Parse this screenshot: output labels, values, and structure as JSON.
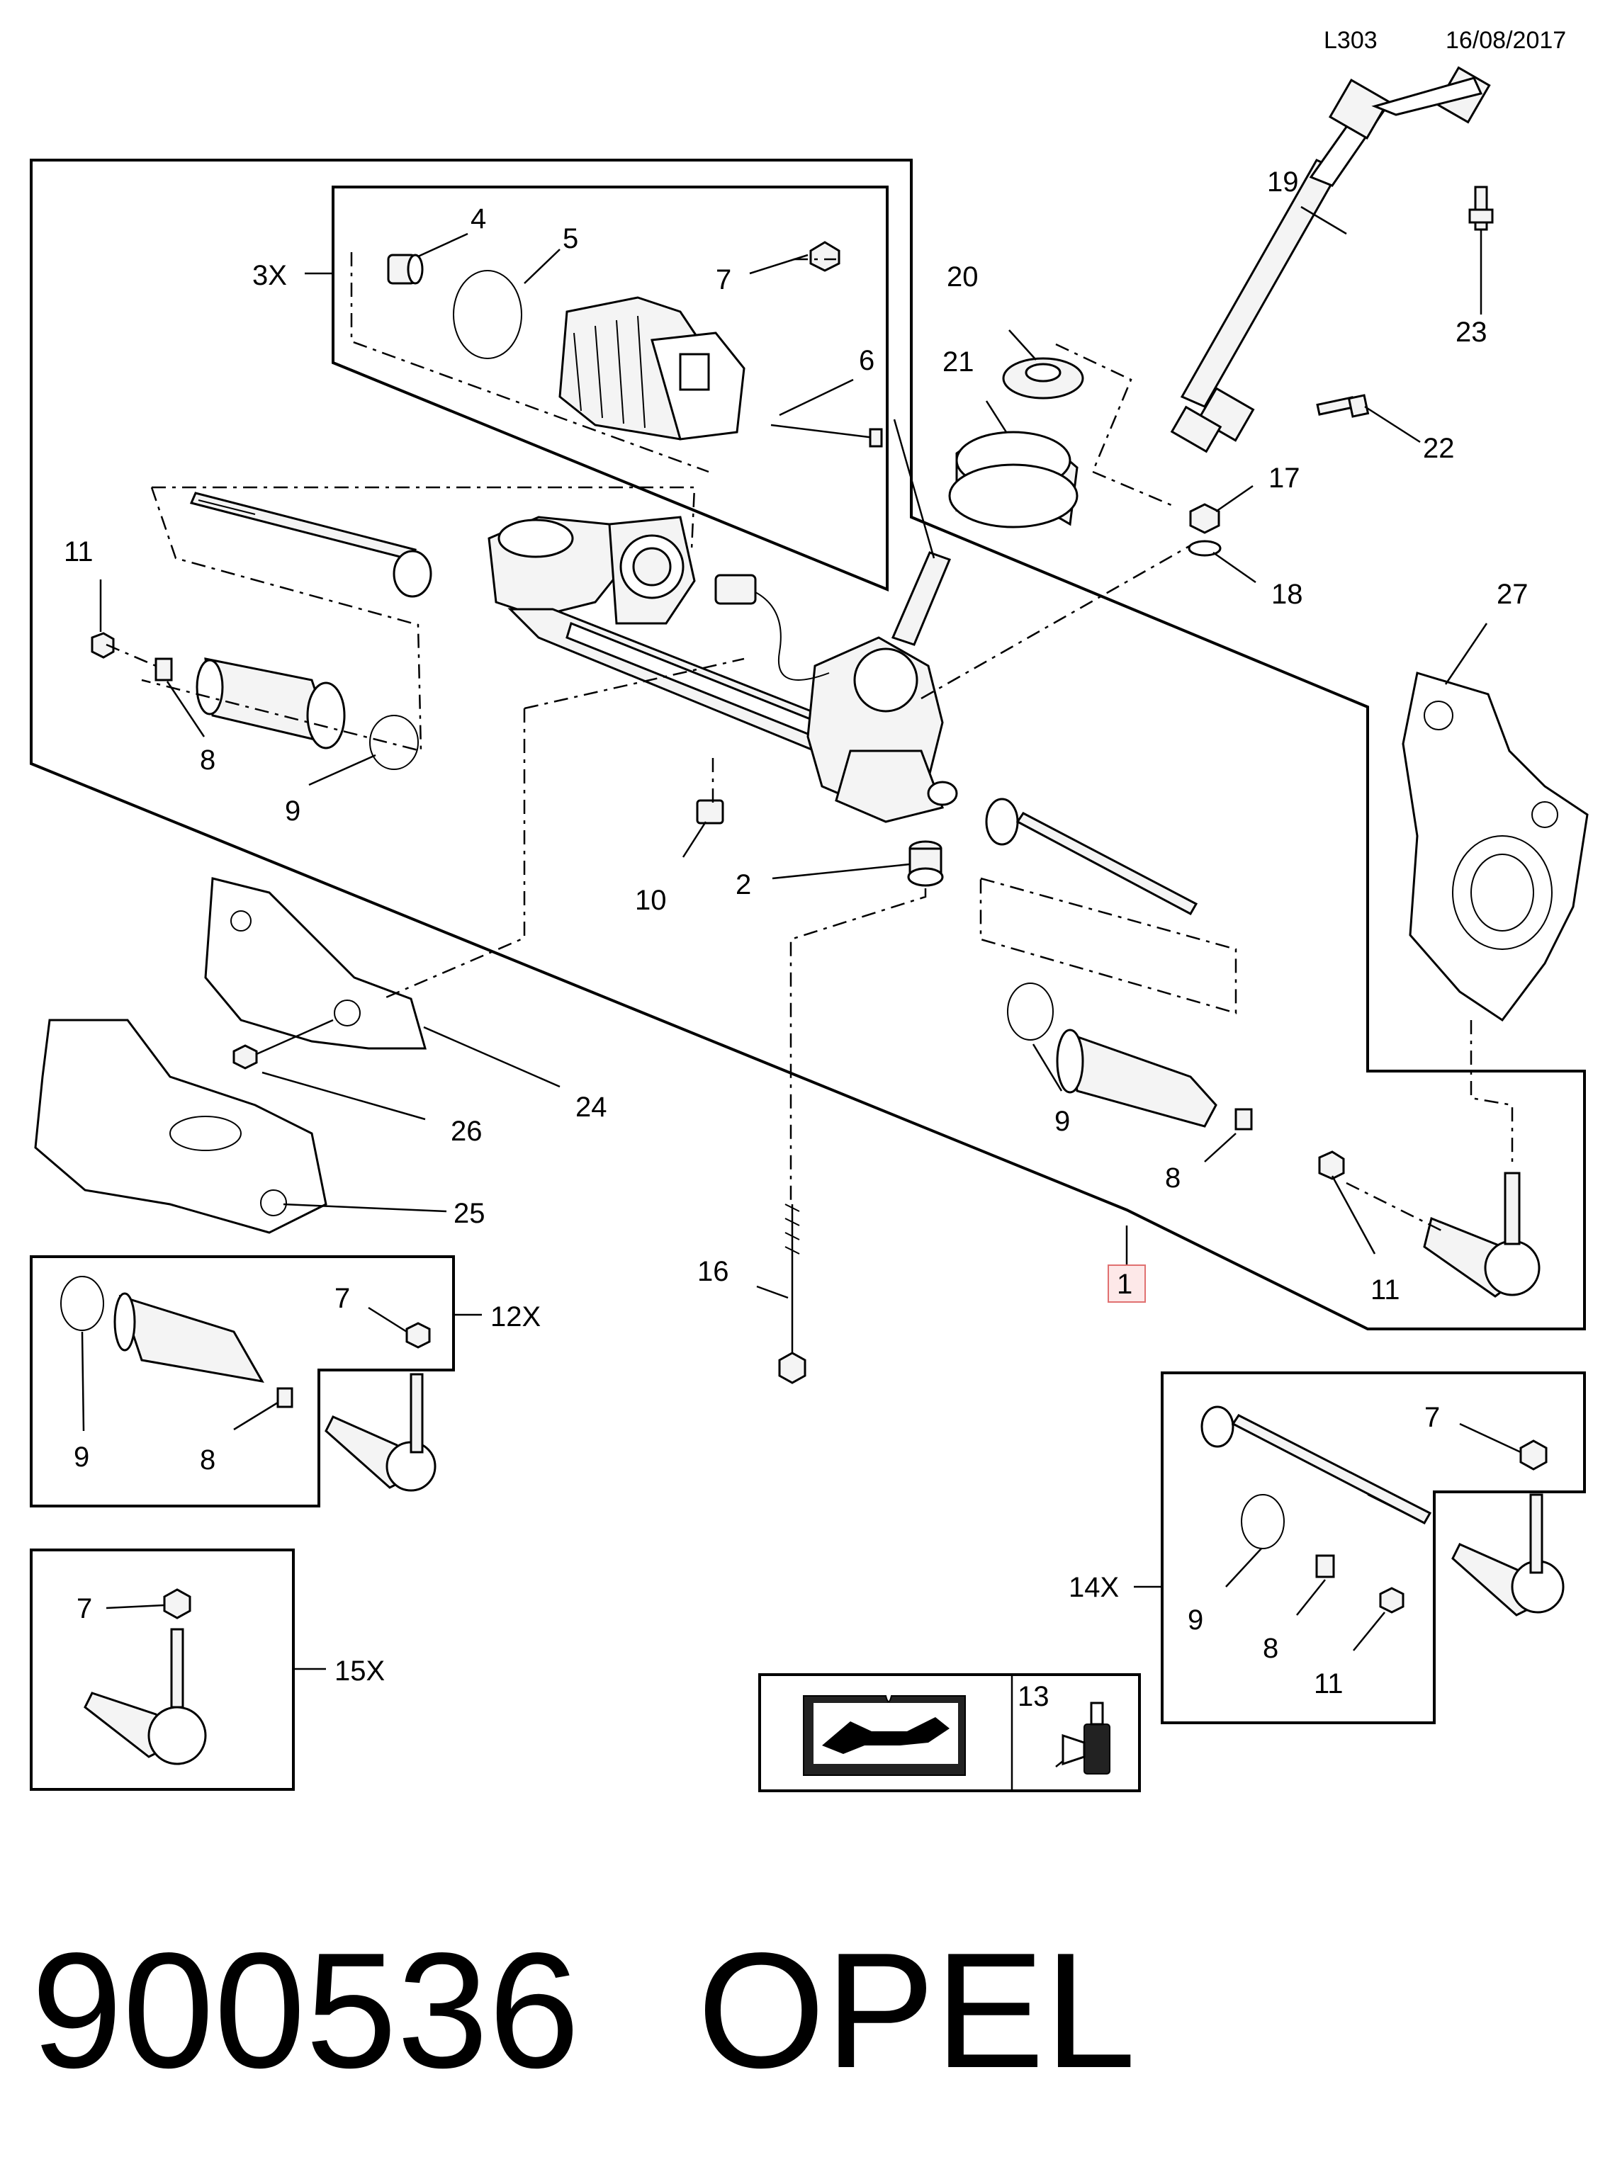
{
  "header": {
    "code": "L303",
    "date": "16/08/2017"
  },
  "footer": {
    "part_number": "900536",
    "brand": "OPEL"
  },
  "callouts": {
    "c1": "1",
    "c2": "2",
    "c3x": "3X",
    "c4": "4",
    "c5": "5",
    "c6": "6",
    "c7a": "7",
    "c7b": "7",
    "c7c": "7",
    "c7d": "7",
    "c8a": "8",
    "c8b": "8",
    "c8c": "8",
    "c8d": "8",
    "c9a": "9",
    "c9b": "9",
    "c9c": "9",
    "c9d": "9",
    "c10": "10",
    "c11a": "11",
    "c11b": "11",
    "c11c": "11",
    "c12x": "12X",
    "c13": "13",
    "c14x": "14X",
    "c15x": "15X",
    "c16": "16",
    "c17": "17",
    "c18": "18",
    "c19": "19",
    "c20": "20",
    "c21": "21",
    "c22": "22",
    "c23": "23",
    "c24": "24",
    "c25": "25",
    "c26": "26",
    "c27": "27"
  },
  "icons": [
    "manual-wrench-icon",
    "lubricant-bottle-icon"
  ]
}
